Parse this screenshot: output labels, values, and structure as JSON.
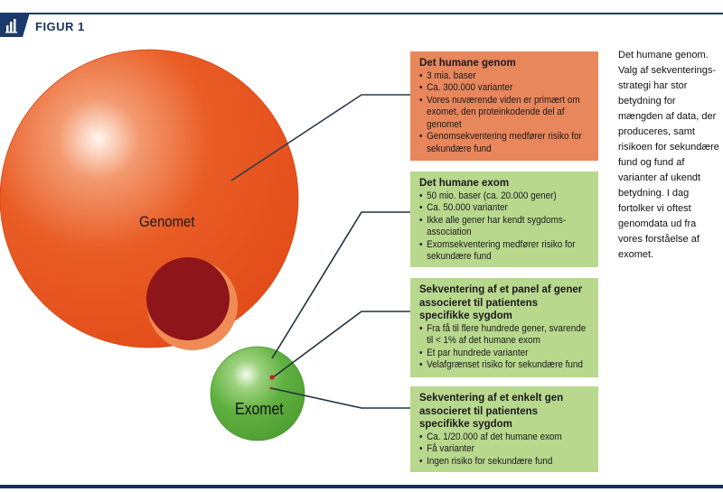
{
  "header": {
    "figure_label": "FIGUR 1",
    "icon": "bar-chart-icon",
    "accent_color": "#1b3a6b"
  },
  "diagram": {
    "genome_label": "Genomet",
    "exome_label": "Exomet",
    "colors": {
      "genome": "#e84e1b",
      "exome": "#5aaa3c",
      "panel": "#8e1519",
      "orange_box": "#e8865c",
      "green_box": "#b8d88e"
    }
  },
  "boxes": [
    {
      "title": "Det humane genom",
      "bullets": [
        "3 mia. baser",
        "Ca. 300.000 varianter",
        "Vores nuværende viden er primært om",
        "exomet, den proteinkodende del af",
        "genomet",
        "Genomsekventering medfører risiko for",
        "sekundære fund"
      ]
    },
    {
      "title": "Det humane exom",
      "bullets": [
        "50 mio. baser (ca. 20.000 gener)",
        "Ca. 50.000 varianter",
        "Ikke alle gener har kendt sygdoms-",
        "association",
        "Exomsekventering medfører risiko for",
        "sekundære fund"
      ]
    },
    {
      "title_lines": [
        "Sekventering af et panel af gener",
        "associeret til patientens",
        "specifikke sygdom"
      ],
      "bullets": [
        "Fra få til flere hundrede gener, svarende",
        "til < 1% af det humane exom",
        "Et par hundrede varianter",
        "Velafgrænset risiko for sekundære fund"
      ]
    },
    {
      "title_lines": [
        "Sekventering af et enkelt gen",
        "associeret til patientens",
        "specifikke sygdom"
      ],
      "bullets": [
        "Ca. 1/20.000 af det humane exom",
        "Få varianter",
        "Ingen risiko for sekundære fund"
      ]
    }
  ],
  "caption": "Det humane genom. Valg af sekventerings-strategi har stor betydning for mængden af data, der produceres, samt risikoen for sekundære fund og fund af varianter af ukendt betydning. I dag fortolker vi oftest genomdata ud fra vores forståelse af exomet."
}
